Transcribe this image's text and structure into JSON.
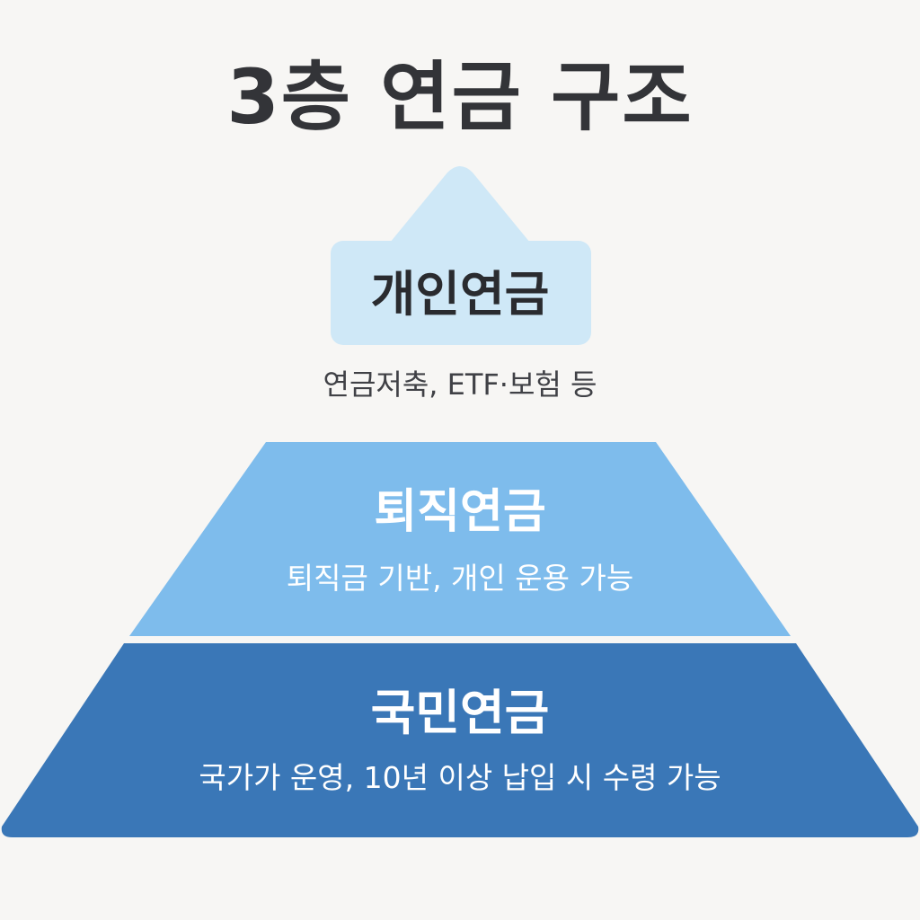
{
  "title": "3층 연금 구조",
  "tiers": [
    {
      "level": 3,
      "name": "개인연금",
      "description": "연금저축, ETF·보험 등",
      "color": "#cfe8f7"
    },
    {
      "level": 2,
      "name": "퇴직연금",
      "description": "퇴직금 기반, 개인 운용 가능",
      "color": "#7ebcec"
    },
    {
      "level": 1,
      "name": "국민연금",
      "description": "국가가 운영, 10년 이상 납입 시 수령 가능",
      "color": "#3a77b7"
    }
  ]
}
